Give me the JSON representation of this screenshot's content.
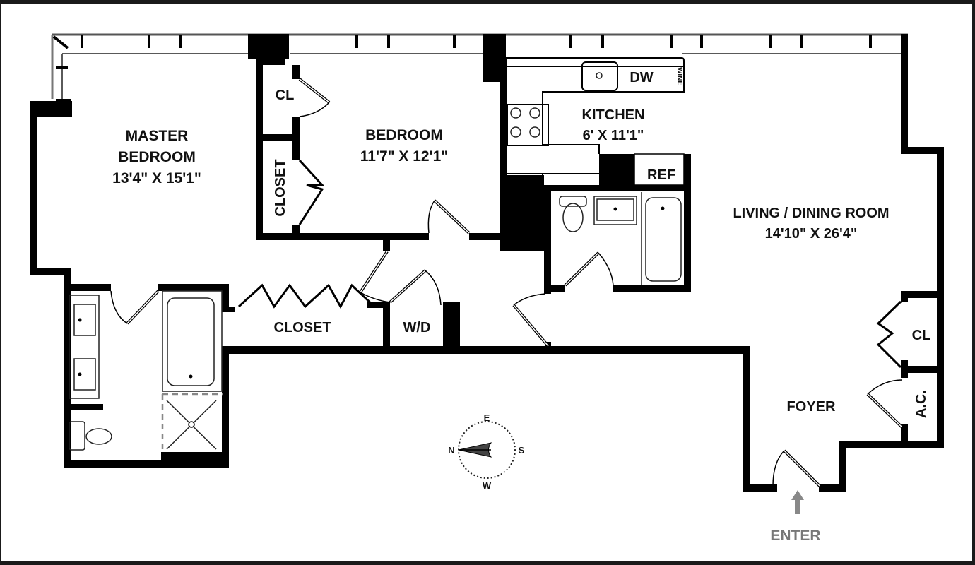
{
  "floor_plan": {
    "rooms": {
      "master_bedroom": {
        "name_line1": "MASTER",
        "name_line2": "BEDROOM",
        "dimensions": "13'4\" X 15'1\""
      },
      "bedroom": {
        "name": "BEDROOM",
        "dimensions": "11'7\" X 12'1\""
      },
      "kitchen": {
        "name": "KITCHEN",
        "dimensions": "6' X 11'1\""
      },
      "living_dining": {
        "name": "LIVING  / DINING ROOM",
        "dimensions": "14'10\" X 26'4\""
      },
      "foyer": {
        "name": "FOYER"
      }
    },
    "closets": {
      "bedroom_cl": "CL",
      "bedroom_closet": "CLOSET",
      "hall_closet": "CLOSET",
      "washer_dryer": "W/D",
      "foyer_cl": "CL",
      "ac": "A.C."
    },
    "appliances": {
      "dishwasher": "DW",
      "wine": "WINE",
      "refrigerator": "REF"
    },
    "compass": {
      "n": "N",
      "e": "E",
      "s": "S",
      "w": "W"
    },
    "entry": {
      "label": "ENTER"
    },
    "colors": {
      "walls": "#000000",
      "background": "#ffffff",
      "frame": "#1a1a1a",
      "enter_label": "#777777"
    }
  }
}
